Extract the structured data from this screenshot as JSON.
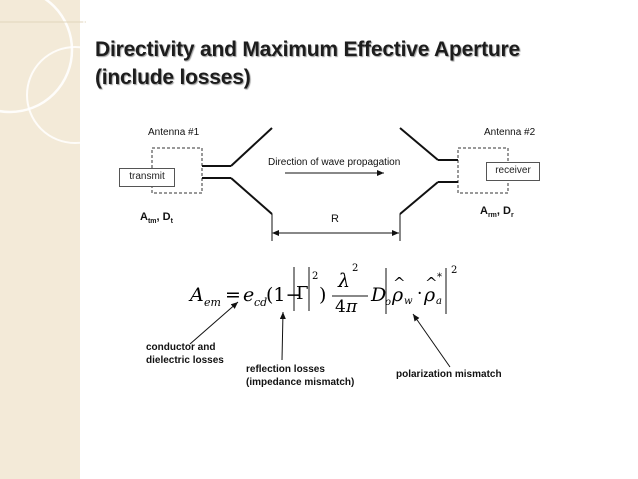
{
  "title": {
    "line1": "Directivity and Maximum Effective Aperture",
    "line2": "(include losses)"
  },
  "diagram": {
    "antenna1_label": "Antenna #1",
    "antenna2_label": "Antenna #2",
    "transmit_box": "transmit",
    "receiver_box": "receiver",
    "propagation_label": "Direction of wave propagation",
    "distance_label": "R",
    "tx_params": {
      "a": "A",
      "a_sub": "tm",
      "sep": ", ",
      "d": "D",
      "d_sub": "t"
    },
    "rx_params": {
      "a": "A",
      "a_sub": "rm",
      "sep": ", ",
      "d": "D",
      "d_sub": "r"
    }
  },
  "notes": {
    "conductor_line1": "conductor and",
    "conductor_line2": "dielectric losses",
    "reflection_line1": "reflection losses",
    "reflection_line2": "(impedance mismatch)",
    "polarization": "polarization mismatch"
  }
}
